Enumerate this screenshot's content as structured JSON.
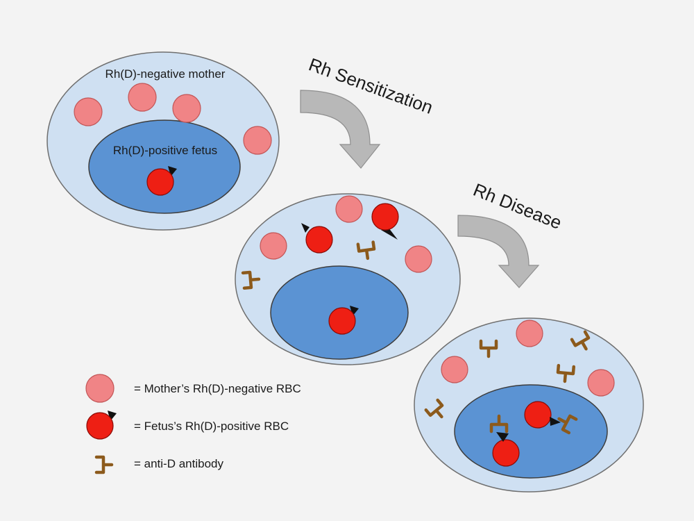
{
  "labels": {
    "mother": "Rh(D)-negative mother",
    "fetus": "Rh(D)-positive fetus",
    "step1": "Rh Sensitization",
    "step2": "Rh Disease"
  },
  "legend": {
    "mother_rbc": "= Mother’s Rh(D)-negative RBC",
    "fetus_rbc": "= Fetus’s Rh(D)-positive RBC",
    "antibody": "= anti-D antibody"
  },
  "colors": {
    "background": "#f3f3f3",
    "outer_ellipse": "#cfe0f2",
    "inner_ellipse": "#5b93d3",
    "mother_rbc": "#f08486",
    "fetus_rbc": "#ee1f14",
    "antibody": "#8c5a1c",
    "arrow": "#b8b8b8"
  }
}
